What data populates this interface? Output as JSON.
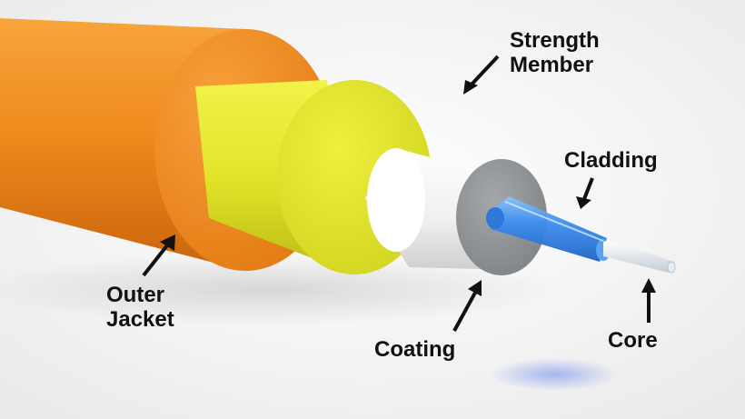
{
  "labels": {
    "strength_member": [
      "Strength",
      "Member"
    ],
    "cladding": "Cladding",
    "outer_jacket": [
      "Outer",
      "Jacket"
    ],
    "coating": "Coating",
    "core": "Core"
  },
  "colors": {
    "outer_jacket": "#f08a1c",
    "strength_member": "#e6e830",
    "coating": "#f2f2f2",
    "cladding_face": "#8f9294",
    "cladding_tube": "#3c8ee8",
    "core": "#dde6f0",
    "arrow": "#111111"
  }
}
